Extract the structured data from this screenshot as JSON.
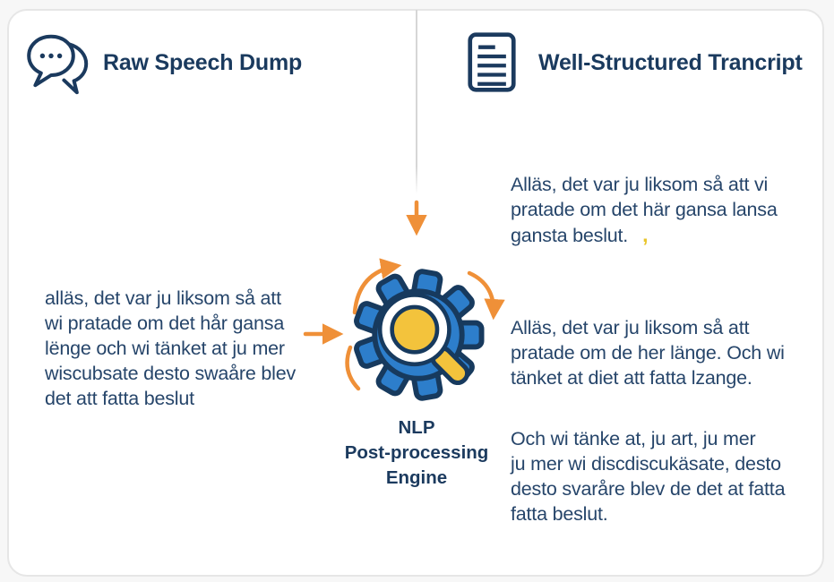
{
  "left_panel": {
    "title": "Raw Speech Dump",
    "icon": "chat-bubbles",
    "raw_speech_lines": [
      "alläs, det var ju liksom så att",
      "wi pratade om det hår gansa",
      "lënge och wi tänket at ju mer",
      "wiscubsate desto swaåre blev",
      "det att fatta beslut"
    ]
  },
  "engine": {
    "icon": "gear-with-magnifier",
    "label_lines": [
      "NLP",
      "Post-processing",
      "Engine"
    ]
  },
  "right_panel": {
    "title": "Well-Structured Trancript",
    "icon": "document",
    "paragraphs": [
      {
        "lines": [
          "Alläs, det var ju liksom så att vi",
          "pratade om det här gansa lansa",
          "gansta beslut."
        ],
        "mark": ","
      },
      {
        "lines": [
          "Alläs, det var ju liksom så att",
          "pratade om de her länge. Och wi",
          "tänket at diet att fatta lzange."
        ]
      },
      {
        "lines": [
          "Och wi tänke at, ju art, ju mer",
          "ju mer wi discdiscukäsate, desto",
          "desto svaråre blev de det at fatta",
          "fatta beslut."
        ]
      }
    ]
  },
  "colors": {
    "heading_navy": "#1a3a5e",
    "body_text": "#26456a",
    "arrow_orange": "#ef9038",
    "gear_blue": "#2d7ecb",
    "lens_yellow": "#f3c33c",
    "mark_yellow": "#e9c52b",
    "divider_gray": "#d6d6d6",
    "card_border": "#e6e6e6"
  }
}
